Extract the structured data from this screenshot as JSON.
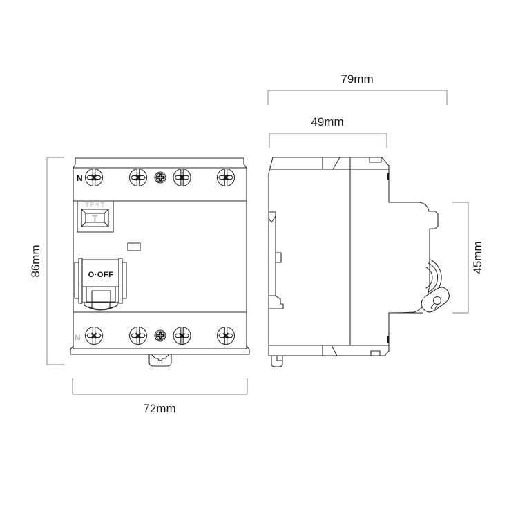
{
  "diagram": {
    "type": "technical-dimension-drawing",
    "subject": "residual current circuit breaker, front and side views",
    "dimensions": {
      "total_depth": "79mm",
      "body_depth": "49mm",
      "height": "86mm",
      "width": "72mm",
      "din_height": "45mm"
    },
    "front_view": {
      "labels": {
        "neutral_top": "N",
        "neutral_bottom": "N",
        "test": "TEST",
        "test_button": "T",
        "switch_state": "O·OFF"
      }
    },
    "colors": {
      "line": "#2b2b2b",
      "dimension_line": "#9b9b9b",
      "dimension_text": "#1a1a1a",
      "muted_label": "#b3b3b3",
      "background": "#ffffff"
    }
  }
}
